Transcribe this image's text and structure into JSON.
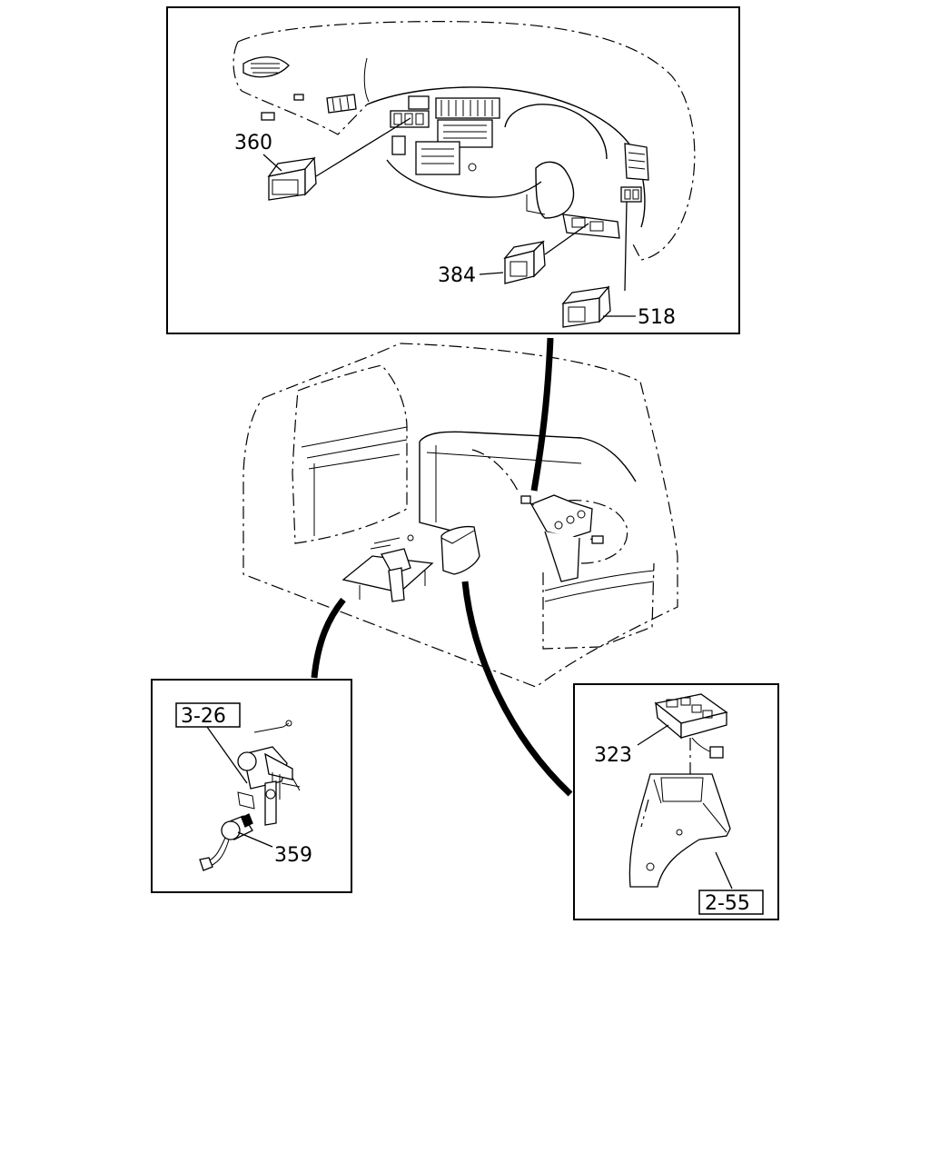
{
  "callouts": {
    "dashboard_switch_1": "360",
    "dashboard_switch_2": "384",
    "dashboard_switch_3": "518",
    "actuator_part": "359",
    "actuator_ref": "3-26",
    "display_part": "323",
    "console_ref": "2-55"
  }
}
